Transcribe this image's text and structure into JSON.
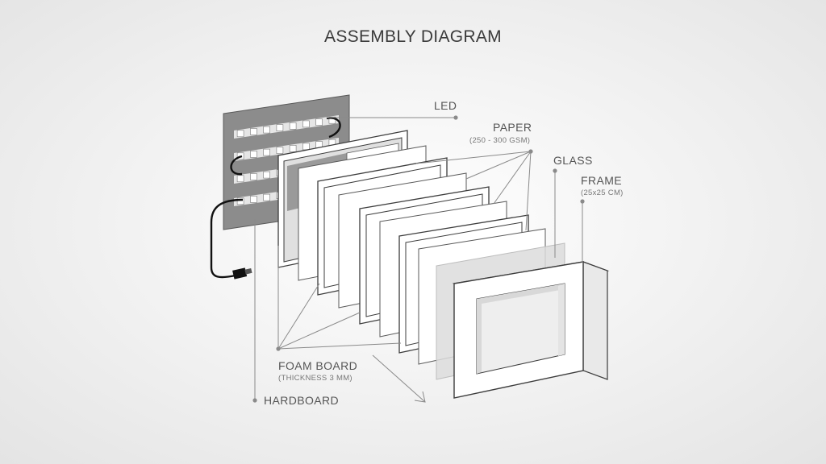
{
  "title": "ASSEMBLY DIAGRAM",
  "labels": {
    "led": "LED",
    "paper": "PAPER",
    "paper_spec": "(250 - 300 GSM)",
    "glass": "GLASS",
    "frame": "FRAME",
    "frame_spec": "(25x25 CM)",
    "foam_board": "FOAM BOARD",
    "foam_board_spec": "(THICKNESS 3 MM)",
    "hardboard": "HARDBOARD"
  },
  "colors": {
    "hardboard": "#8c8c8c",
    "line": "#8a8a8a",
    "outline": "#3c3c3c",
    "text": "#555555",
    "background": "#f3f3f3"
  }
}
